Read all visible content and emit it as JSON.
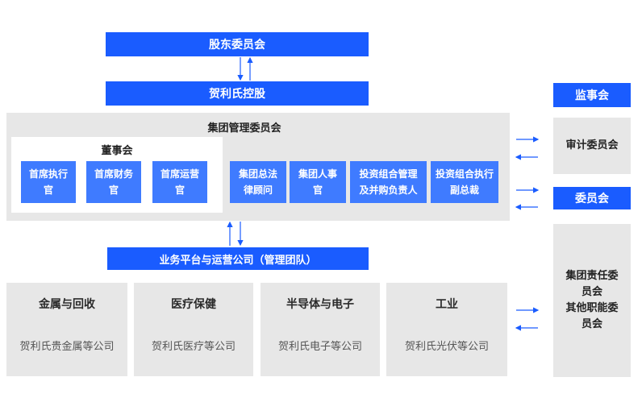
{
  "colors": {
    "primary_blue": "#1a5cff",
    "role_blue": "#3f7bff",
    "panel_gray": "#e7e7e7",
    "arrow": "#1a5cff"
  },
  "shareholders": "股东委员会",
  "holding": "贺利氏控股",
  "mgmt_committee": {
    "title": "集团管理委员会",
    "board": {
      "title": "董事会",
      "roles": [
        "首席执行官",
        "首席财务官",
        "首席运营官"
      ]
    },
    "roles": [
      "集团总法律顾问",
      "集团人事官",
      "投资组合管理及并购负责人",
      "投资组合执行副总裁"
    ]
  },
  "platform": "业务平台与运营公司（管理团队）",
  "businesses": [
    {
      "name": "金属与回收",
      "company": "贺利氏贵金属等公司"
    },
    {
      "name": "医疗保健",
      "company": "贺利氏医疗等公司"
    },
    {
      "name": "半导体与电子",
      "company": "贺利氏电子等公司"
    },
    {
      "name": "工业",
      "company": "贺利氏光伏等公司"
    }
  ],
  "right": {
    "supervisory": "监事会",
    "audit": "审计委员会",
    "committee": "委员会",
    "other": [
      "集团责任委",
      "员会",
      "其他职能委",
      "员会"
    ]
  }
}
